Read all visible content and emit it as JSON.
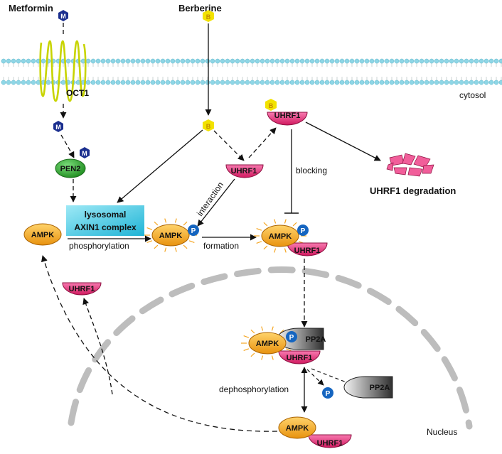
{
  "title_metformin": "Metformin",
  "title_berberine": "Berberine",
  "label_cytosol": "cytosol",
  "label_nucleus": "Nucleus",
  "label_oct1": "OCT1",
  "label_pen2": "PEN2",
  "drug_m": "M",
  "drug_b": "B",
  "phospho_p": "P",
  "complex_line1": "lysosomal",
  "complex_line2": "AXIN1 complex",
  "label_phosphorylation": "phosphorylation",
  "label_formation": "formation",
  "label_interaction": "interaction",
  "label_blocking": "blocking",
  "label_uhrf1_degradation": "UHRF1 degradation",
  "label_dephosphorylation": "dephosphorylation",
  "protein_ampk": "AMPK",
  "protein_uhrf1": "UHRF1",
  "protein_pp2a": "PP2A",
  "colors": {
    "ampk": "#f5a623",
    "uhrf1": "#e8287a",
    "pen2": "#2eaa2e",
    "metformin": "#1b2f8f",
    "berberine": "#f2e200",
    "phospho": "#1565c0",
    "complex": "#29c4e0",
    "membrane_head": "#8ed6e6",
    "oct1": "#c8d400",
    "nucleus": "#bdbdbd"
  }
}
